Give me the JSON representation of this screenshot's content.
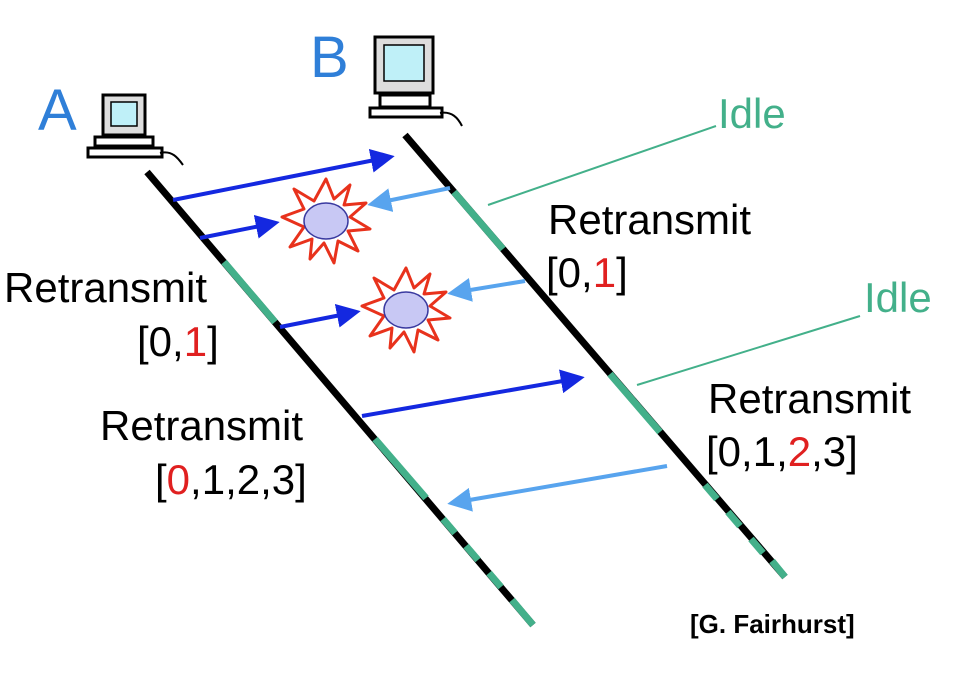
{
  "nodes": {
    "a": {
      "label": "A"
    },
    "b": {
      "label": "B"
    }
  },
  "idle_labels": [
    "Idle",
    "Idle"
  ],
  "retransmit": [
    {
      "title": "Retransmit",
      "open": "[",
      "items": [
        "0",
        "1"
      ],
      "highlight": 1,
      "close": "]"
    },
    {
      "title": "Retransmit",
      "open": "[",
      "items": [
        "0",
        "1"
      ],
      "highlight": 1,
      "close": "]"
    },
    {
      "title": "Retransmit",
      "open": "[",
      "items": [
        "0",
        "1",
        "2",
        "3"
      ],
      "highlight": 0,
      "close": "]"
    },
    {
      "title": "Retransmit",
      "open": "[",
      "items": [
        "0",
        "1",
        "2",
        "3"
      ],
      "highlight": 2,
      "close": "]"
    }
  ],
  "credit": "[G. Fairhurst]",
  "colors": {
    "node_label": "#2f7fd8",
    "idle": "#43b08a",
    "timeline": "#000000",
    "data_arrow": "#1428e0",
    "ack_arrow": "#58a4ee",
    "highlight": "#e02020",
    "burst": "#e8321c",
    "burst_core": "#c8c8f4",
    "screen": "#bff0f8"
  }
}
